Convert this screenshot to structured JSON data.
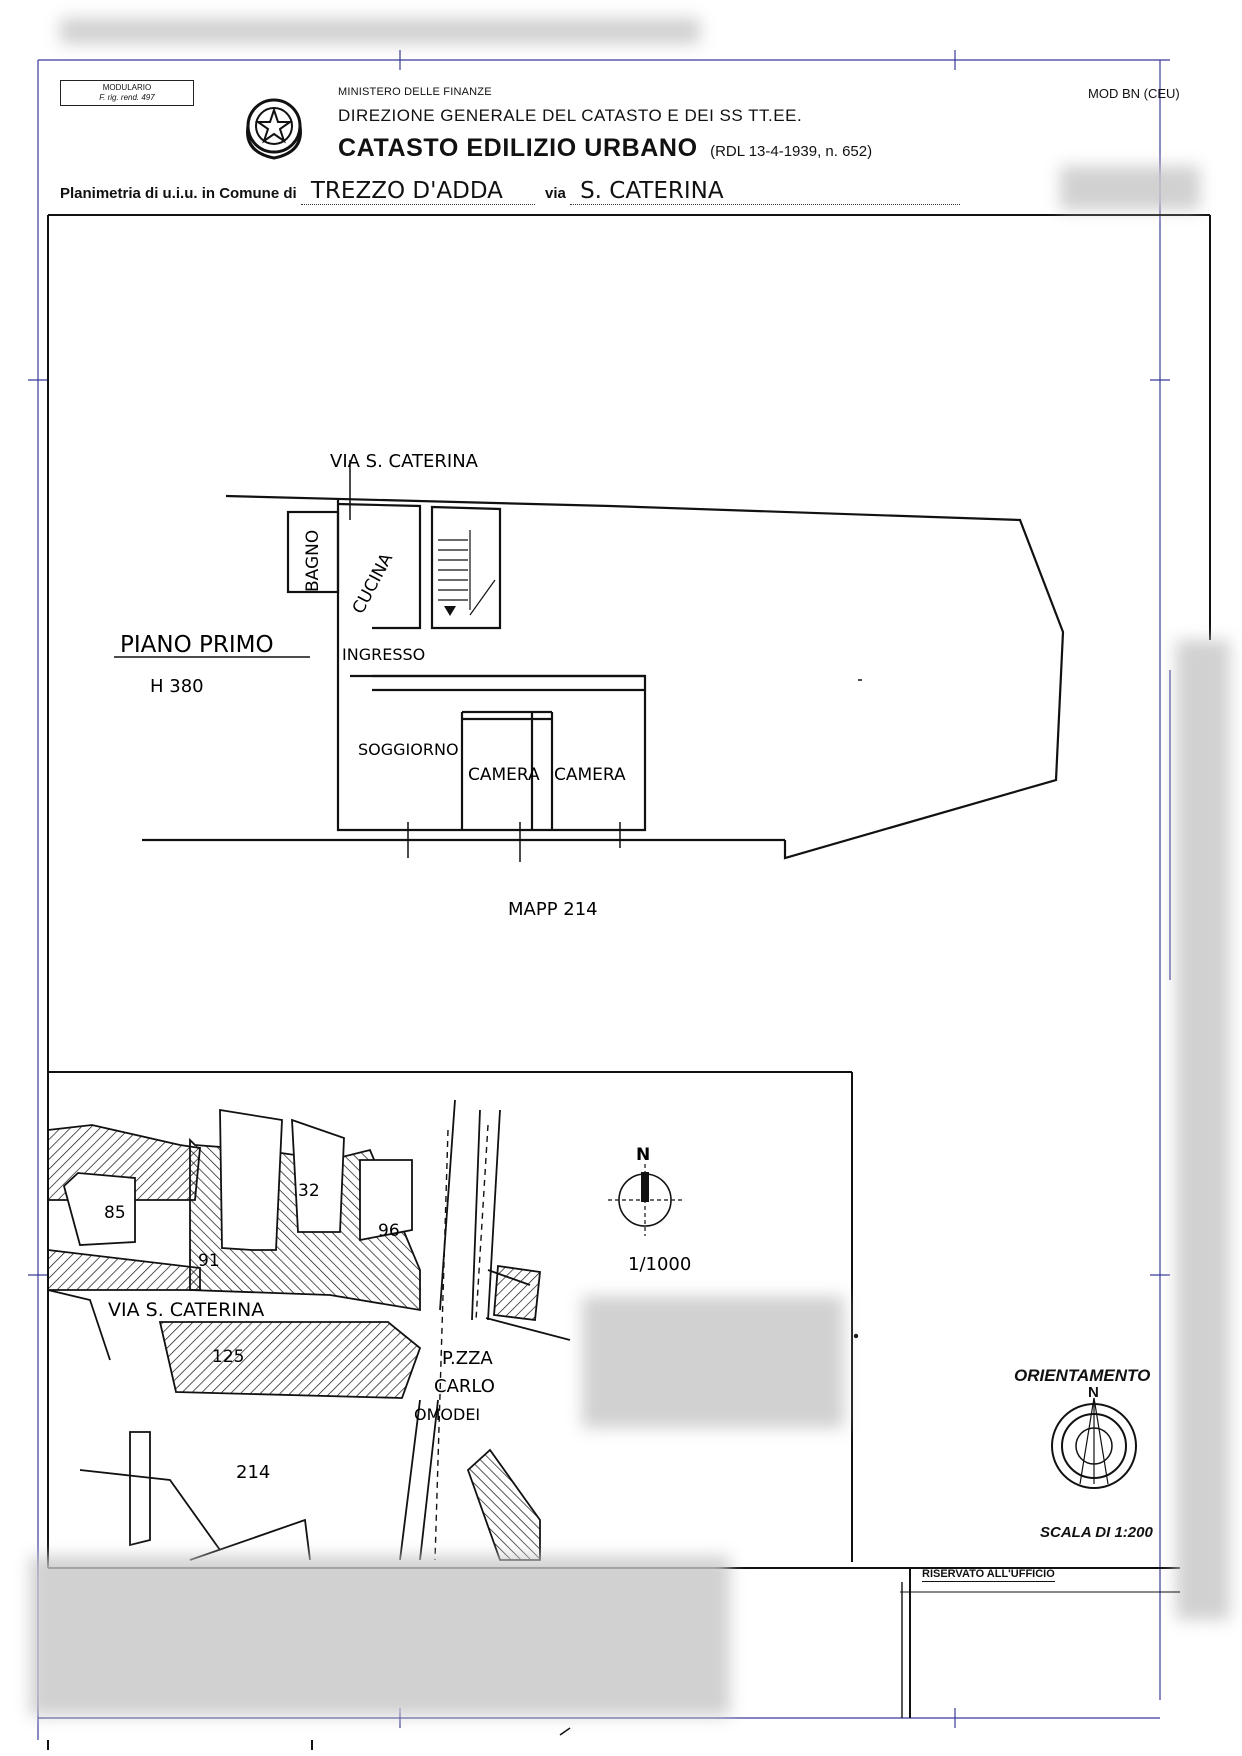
{
  "header": {
    "modulario_line1": "MODULARIO",
    "modulario_line2": "F. rig. rend. 497",
    "ministry": "MINISTERO DELLE FINANZE",
    "direction": "DIREZIONE GENERALE DEL CATASTO E DEI SS TT.EE.",
    "cadastre": "CATASTO EDILIZIO URBANO",
    "law_ref": "(RDL 13-4-1939, n. 652)",
    "model": "MOD BN (CEU)"
  },
  "planimetry_line": {
    "prefix": "Planimetria di u.i.u. in Comune di",
    "comune": "TREZZO D'ADDA",
    "via_label": "via",
    "via_value": "S. CATERINA"
  },
  "floor_plan": {
    "street_label": "VIA S. CATERINA",
    "floor_name": "PIANO PRIMO",
    "height": "H 380",
    "rooms": {
      "bagno": "BAGNO",
      "cucina": "CUCINA",
      "ingresso": "INGRESSO",
      "soggiorno": "SOGGIORNO",
      "camera1": "CAMERA",
      "camera2": "CAMERA"
    },
    "mapp": "MAPP 214"
  },
  "site_map": {
    "parcels": [
      "85",
      "91",
      "32",
      "96",
      "125",
      "214"
    ],
    "street": "VIA S. CATERINA",
    "piazza_line1": "P.ZZA",
    "piazza_line2": "CARLO",
    "piazza_line3": "OMODEI",
    "north": "N",
    "scale": "1/1000"
  },
  "orientation": {
    "label": "ORIENTAMENTO",
    "north": "N",
    "scale": "SCALA DI 1:200"
  },
  "office": {
    "reserved": "RISERVATO ALL'UFFICIO"
  }
}
